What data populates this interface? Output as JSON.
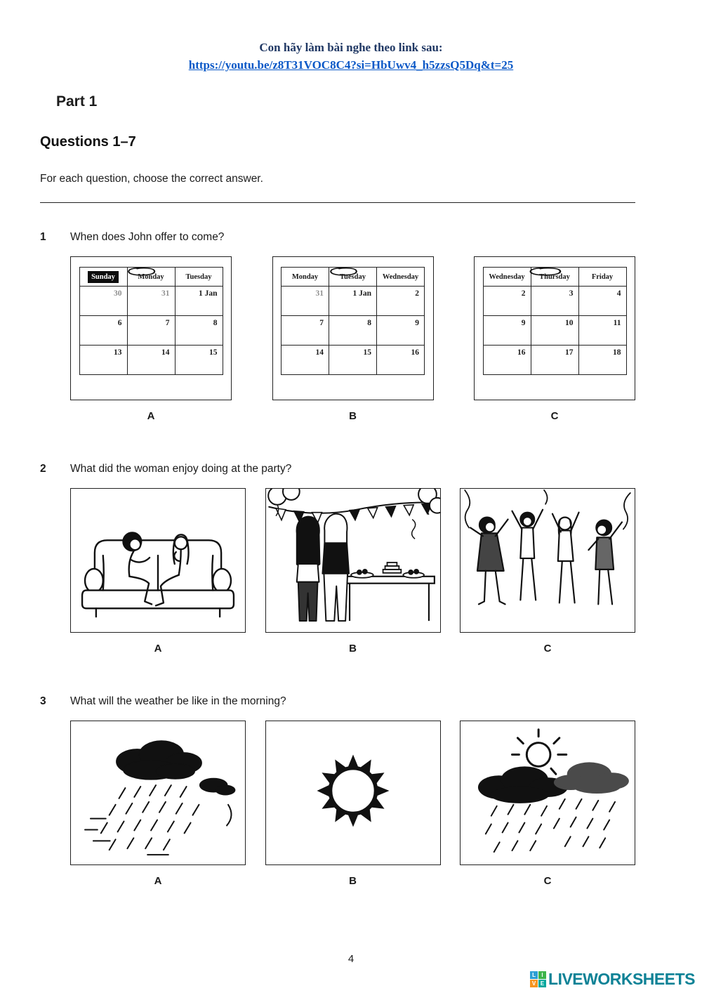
{
  "header": {
    "instruction": "Con hãy làm bài nghe theo link sau:",
    "link_text": "https://youtu.be/z8T31VOC8C4?si=HbUwv4_h5zzsQ5Dq&t=25"
  },
  "part": {
    "title": "Part 1",
    "questions_title": "Questions 1–7",
    "instructions": "For each question, choose the correct answer."
  },
  "questions": [
    {
      "number": "1",
      "text": "When does John offer to come?",
      "options": [
        {
          "label": "A",
          "calendar": {
            "days": [
              "Sunday",
              "Monday",
              "Tuesday"
            ],
            "highlighted_day": "Sunday",
            "circled_day": "Monday",
            "rows": [
              [
                "30",
                "31",
                "1 Jan"
              ],
              [
                "6",
                "7",
                "8"
              ],
              [
                "13",
                "14",
                "15"
              ]
            ]
          }
        },
        {
          "label": "B",
          "calendar": {
            "days": [
              "Monday",
              "Tuesday",
              "Wednesday"
            ],
            "circled_day": "Tuesday",
            "rows": [
              [
                "31",
                "1 Jan",
                "2"
              ],
              [
                "7",
                "8",
                "9"
              ],
              [
                "14",
                "15",
                "16"
              ]
            ]
          }
        },
        {
          "label": "C",
          "calendar": {
            "days": [
              "Wednesday",
              "Thursday",
              "Friday"
            ],
            "circled_day": "Thursday",
            "rows": [
              [
                "2",
                "3",
                "4"
              ],
              [
                "9",
                "10",
                "11"
              ],
              [
                "16",
                "17",
                "18"
              ]
            ]
          }
        }
      ]
    },
    {
      "number": "2",
      "text": "What did the woman enjoy doing at the party?",
      "options": [
        {
          "label": "A",
          "image": "two-women-talking-on-sofa"
        },
        {
          "label": "B",
          "image": "women-at-party-buffet-table"
        },
        {
          "label": "C",
          "image": "people-dancing-at-party"
        }
      ]
    },
    {
      "number": "3",
      "text": "What will the weather be like in the morning?",
      "options": [
        {
          "label": "A",
          "image": "dark-clouds-heavy-rain"
        },
        {
          "label": "B",
          "image": "bright-sun"
        },
        {
          "label": "C",
          "image": "sun-behind-rain-clouds"
        }
      ]
    }
  ],
  "footer": {
    "page_number": "4",
    "brand": "LIVEWORKSHEETS",
    "logo_letters": [
      "L",
      "I",
      "V",
      "E"
    ]
  },
  "colors": {
    "note_navy": "#203864",
    "link_blue": "#0a58c7",
    "brand_teal": "#0e8296",
    "logo_squares": [
      "#2e9fd4",
      "#3cb44a",
      "#f7941d",
      "#00a79d"
    ]
  }
}
